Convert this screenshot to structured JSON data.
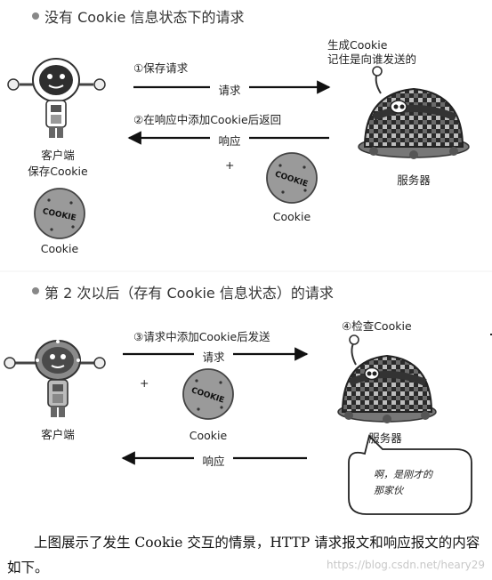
{
  "section1": {
    "heading": "没有 Cookie 信息状态下的请求",
    "step1_label": "①保存请求",
    "request_arrow_label": "请求",
    "step2_label": "②在响应中添加Cookie后返回",
    "response_arrow_label": "响应",
    "server_note_line1": "生成Cookie",
    "server_note_line2": "记住是向谁发送的",
    "client_label_line1": "客户端",
    "client_label_line2": "保存Cookie",
    "client_cookie_label": "Cookie",
    "server_cookie_label": "Cookie",
    "server_label": "服务器",
    "plus": "+"
  },
  "section2": {
    "heading": "第 2 次以后（存有 Cookie 信息状态）的请求",
    "step3_label": "③请求中添加Cookie后发送",
    "request_arrow_label": "请求",
    "step4_label": "④检查Cookie",
    "client_label": "客户端",
    "cookie_label": "Cookie",
    "server_label": "服务器",
    "response_arrow_label": "响应",
    "bubble_line1": "啊，是刚才的",
    "bubble_line2": "那家伙",
    "plus": "+"
  },
  "cookie_text": "COOKIE",
  "caption": "上图展示了发生 Cookie 交互的情景，HTTP 请求报文和响应报文的内容如下。",
  "watermark": "https://blog.csdn.net/heary29",
  "colors": {
    "accent_text": "#333333",
    "cookie": "#9a9a9a",
    "robot_dark": "#3a3a3a",
    "arrow": "#111111"
  }
}
